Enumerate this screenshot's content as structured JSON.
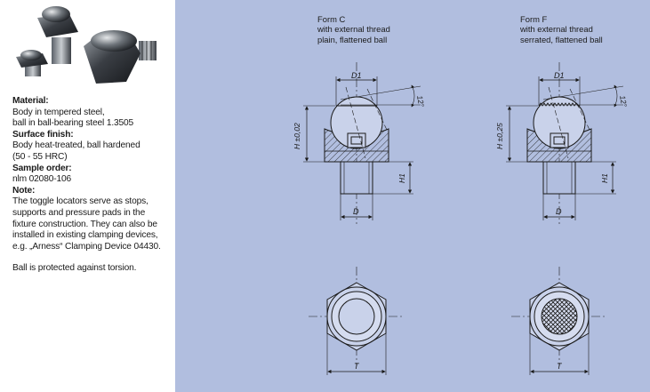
{
  "info": {
    "material_heading": "Material:",
    "material_line1": "Body in tempered steel,",
    "material_line2": "ball in ball-bearing steel 1.3505",
    "finish_heading": "Surface finish:",
    "finish_line1": "Body heat-treated, ball hardened",
    "finish_line2": "(50 - 55 HRC)",
    "order_heading": "Sample order:",
    "order_line1": "nlm 02080-106",
    "note_heading": "Note:",
    "note_line1": "The toggle locators serve as stops,",
    "note_line2": "supports and pressure pads in the",
    "note_line3": "fixture construction. They can also be",
    "note_line4": "installed in existing clamping devices,",
    "note_line5": "e.g. „Arness“ Clamping Device 04430.",
    "torsion_line": "Ball is protected against torsion."
  },
  "form_c": {
    "title": "Form C",
    "line1": "with external thread",
    "line2": "plain, flattened ball",
    "d1": "D1",
    "angle": "12°",
    "h": "H ±0,02",
    "h1": "H1",
    "d": "D",
    "t": "T"
  },
  "form_f": {
    "title": "Form F",
    "line1": "with external thread",
    "line2": "serrated, flattened ball",
    "d1": "D1",
    "angle": "12°",
    "h": "H ±0,25",
    "h1": "H1",
    "d": "D",
    "t": "T"
  },
  "colors": {
    "panel": "#b1bedf",
    "line": "#1a1a1a",
    "section_fill": "#c9d2ea"
  },
  "icons": [
    "toggle-locator-photo"
  ]
}
